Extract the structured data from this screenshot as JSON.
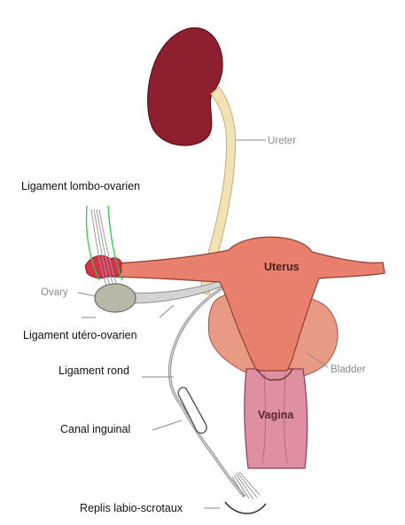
{
  "labels": {
    "ureter": "Ureter",
    "ligament_lombo_ovarien": "Ligament lombo-ovarien",
    "uterus": "Uterus",
    "ovary": "Ovary",
    "ligament_utero_ovarien": "Ligament utéro-ovarien",
    "ligament_rond": "Ligament rond",
    "bladder": "Bladder",
    "vagina": "Vagina",
    "canal_inguinal": "Canal inguinal",
    "replis_labio_scrotaux": "Replis labio-scrotaux"
  },
  "colors": {
    "kidney": "#8e1f2e",
    "ureter": "#f3e2b3",
    "uterus": "#e9806e",
    "bladder": "#e79a84",
    "vagina": "#de8fa2",
    "tube_end": "#d8304a",
    "ovary": "#b9b8a8",
    "ligament": "#b9b9b9",
    "highlight": "#2ecc40"
  }
}
